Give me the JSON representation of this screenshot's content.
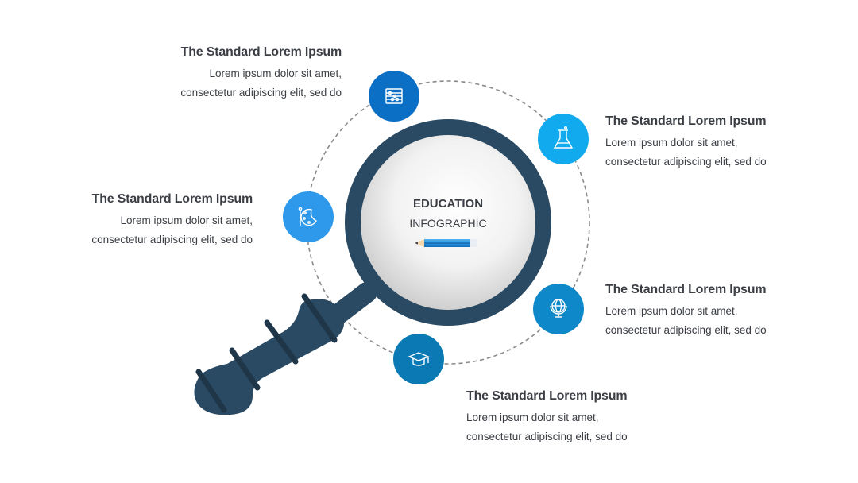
{
  "center": {
    "line1": "EDUCATION",
    "line2": "INFOGRAPHIC"
  },
  "colors": {
    "magnifier": "#2a4a63",
    "handle_band": "#1f3649",
    "dashed_ring": "#8a8a8a",
    "text": "#3b3f45"
  },
  "items": [
    {
      "icon": "abacus-icon",
      "color": "#0b6fc5",
      "title": "The Standard Lorem Ipsum",
      "line1": "Lorem ipsum dolor sit amet,",
      "line2": "consectetur adipiscing elit, sed do"
    },
    {
      "icon": "flask-icon",
      "color": "#12aaee",
      "title": "The Standard Lorem Ipsum",
      "line1": "Lorem ipsum dolor sit amet,",
      "line2": "consectetur adipiscing elit, sed do"
    },
    {
      "icon": "palette-icon",
      "color": "#2e98ea",
      "title": "The Standard Lorem Ipsum",
      "line1": "Lorem ipsum dolor sit amet,",
      "line2": "consectetur adipiscing elit, sed do"
    },
    {
      "icon": "globe-icon",
      "color": "#0e88c8",
      "title": "The Standard Lorem Ipsum",
      "line1": "Lorem ipsum dolor sit amet,",
      "line2": "consectetur adipiscing elit, sed do"
    },
    {
      "icon": "graduation-cap-icon",
      "color": "#0b7ab4",
      "title": "The Standard Lorem Ipsum",
      "line1": "Lorem ipsum dolor sit amet,",
      "line2": "consectetur adipiscing elit, sed do"
    }
  ]
}
